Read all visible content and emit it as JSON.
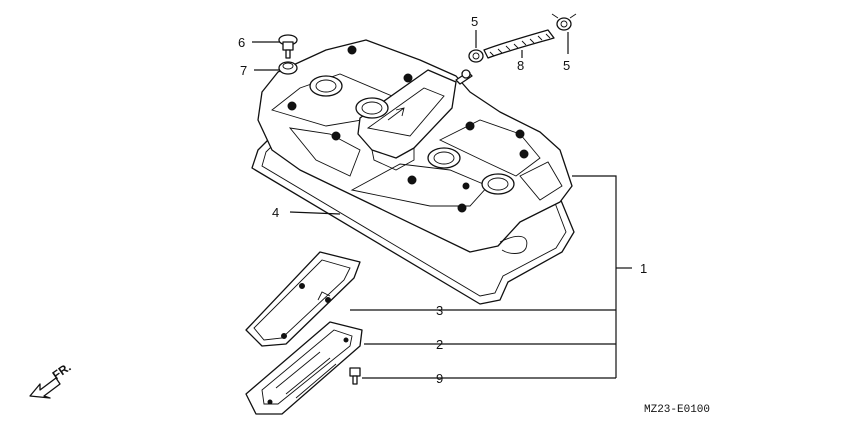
{
  "callouts": {
    "c1": "1",
    "c2": "2",
    "c3": "3",
    "c4": "4",
    "c5a": "5",
    "c5b": "5",
    "c6": "6",
    "c7": "7",
    "c8": "8",
    "c9": "9"
  },
  "direction_label": "FR.",
  "diagram_code": "MZ23-E0100"
}
